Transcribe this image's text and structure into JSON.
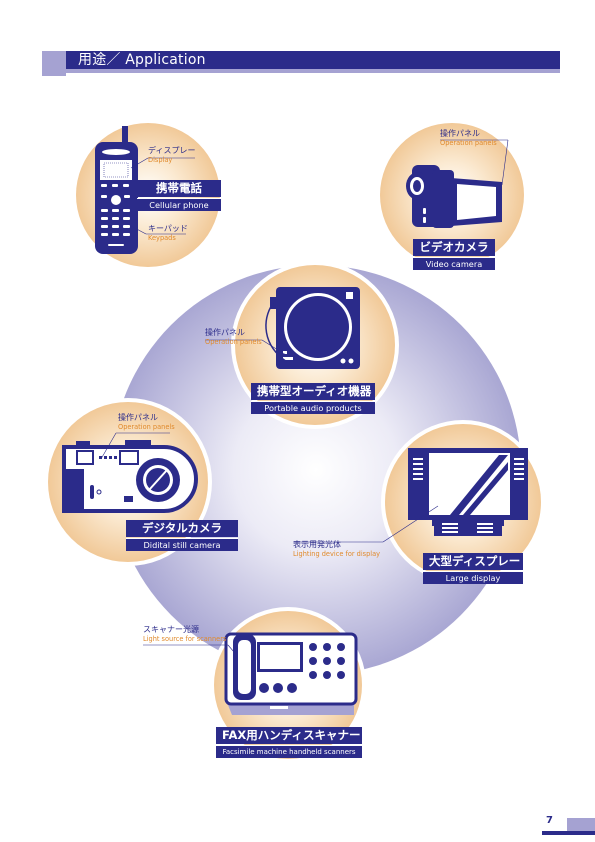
{
  "header": {
    "title": "用途／ Application"
  },
  "items": {
    "cellular": {
      "title_jp": "携帯電話",
      "title_en": "Cellular phone",
      "callouts": [
        {
          "jp": "ディスプレー",
          "en": "Display"
        },
        {
          "jp": "キーパッド",
          "en": "Keypads"
        }
      ]
    },
    "video": {
      "title_jp": "ビデオカメラ",
      "title_en": "Video camera",
      "callouts": [
        {
          "jp": "操作パネル",
          "en": "Operation panels"
        }
      ]
    },
    "audio": {
      "title_jp": "携帯型オーディオ機器",
      "title_en": "Portable audio products",
      "callouts": [
        {
          "jp": "操作パネル",
          "en": "Operation panels"
        }
      ]
    },
    "digital": {
      "title_jp": "デジタルカメラ",
      "title_en": "Didital still camera",
      "callouts": [
        {
          "jp": "操作パネル",
          "en": "Operation panels"
        }
      ]
    },
    "display": {
      "title_jp": "大型ディスプレー",
      "title_en": "Large display",
      "callouts": [
        {
          "jp": "表示用発光体",
          "en": "Lighting device for display"
        }
      ]
    },
    "fax": {
      "title_jp": "FAX用ハンディスキャナー",
      "title_en": "Facsimile machine handheld scanners",
      "callouts": [
        {
          "jp": "スキャナー光源",
          "en": "Light source for scanners"
        }
      ]
    }
  },
  "page_number": "7",
  "colors": {
    "navy": "#2b2b8a",
    "lavender": "#a5a2d2",
    "orange": "#e08a2c",
    "peach": "#f4d6ab"
  }
}
